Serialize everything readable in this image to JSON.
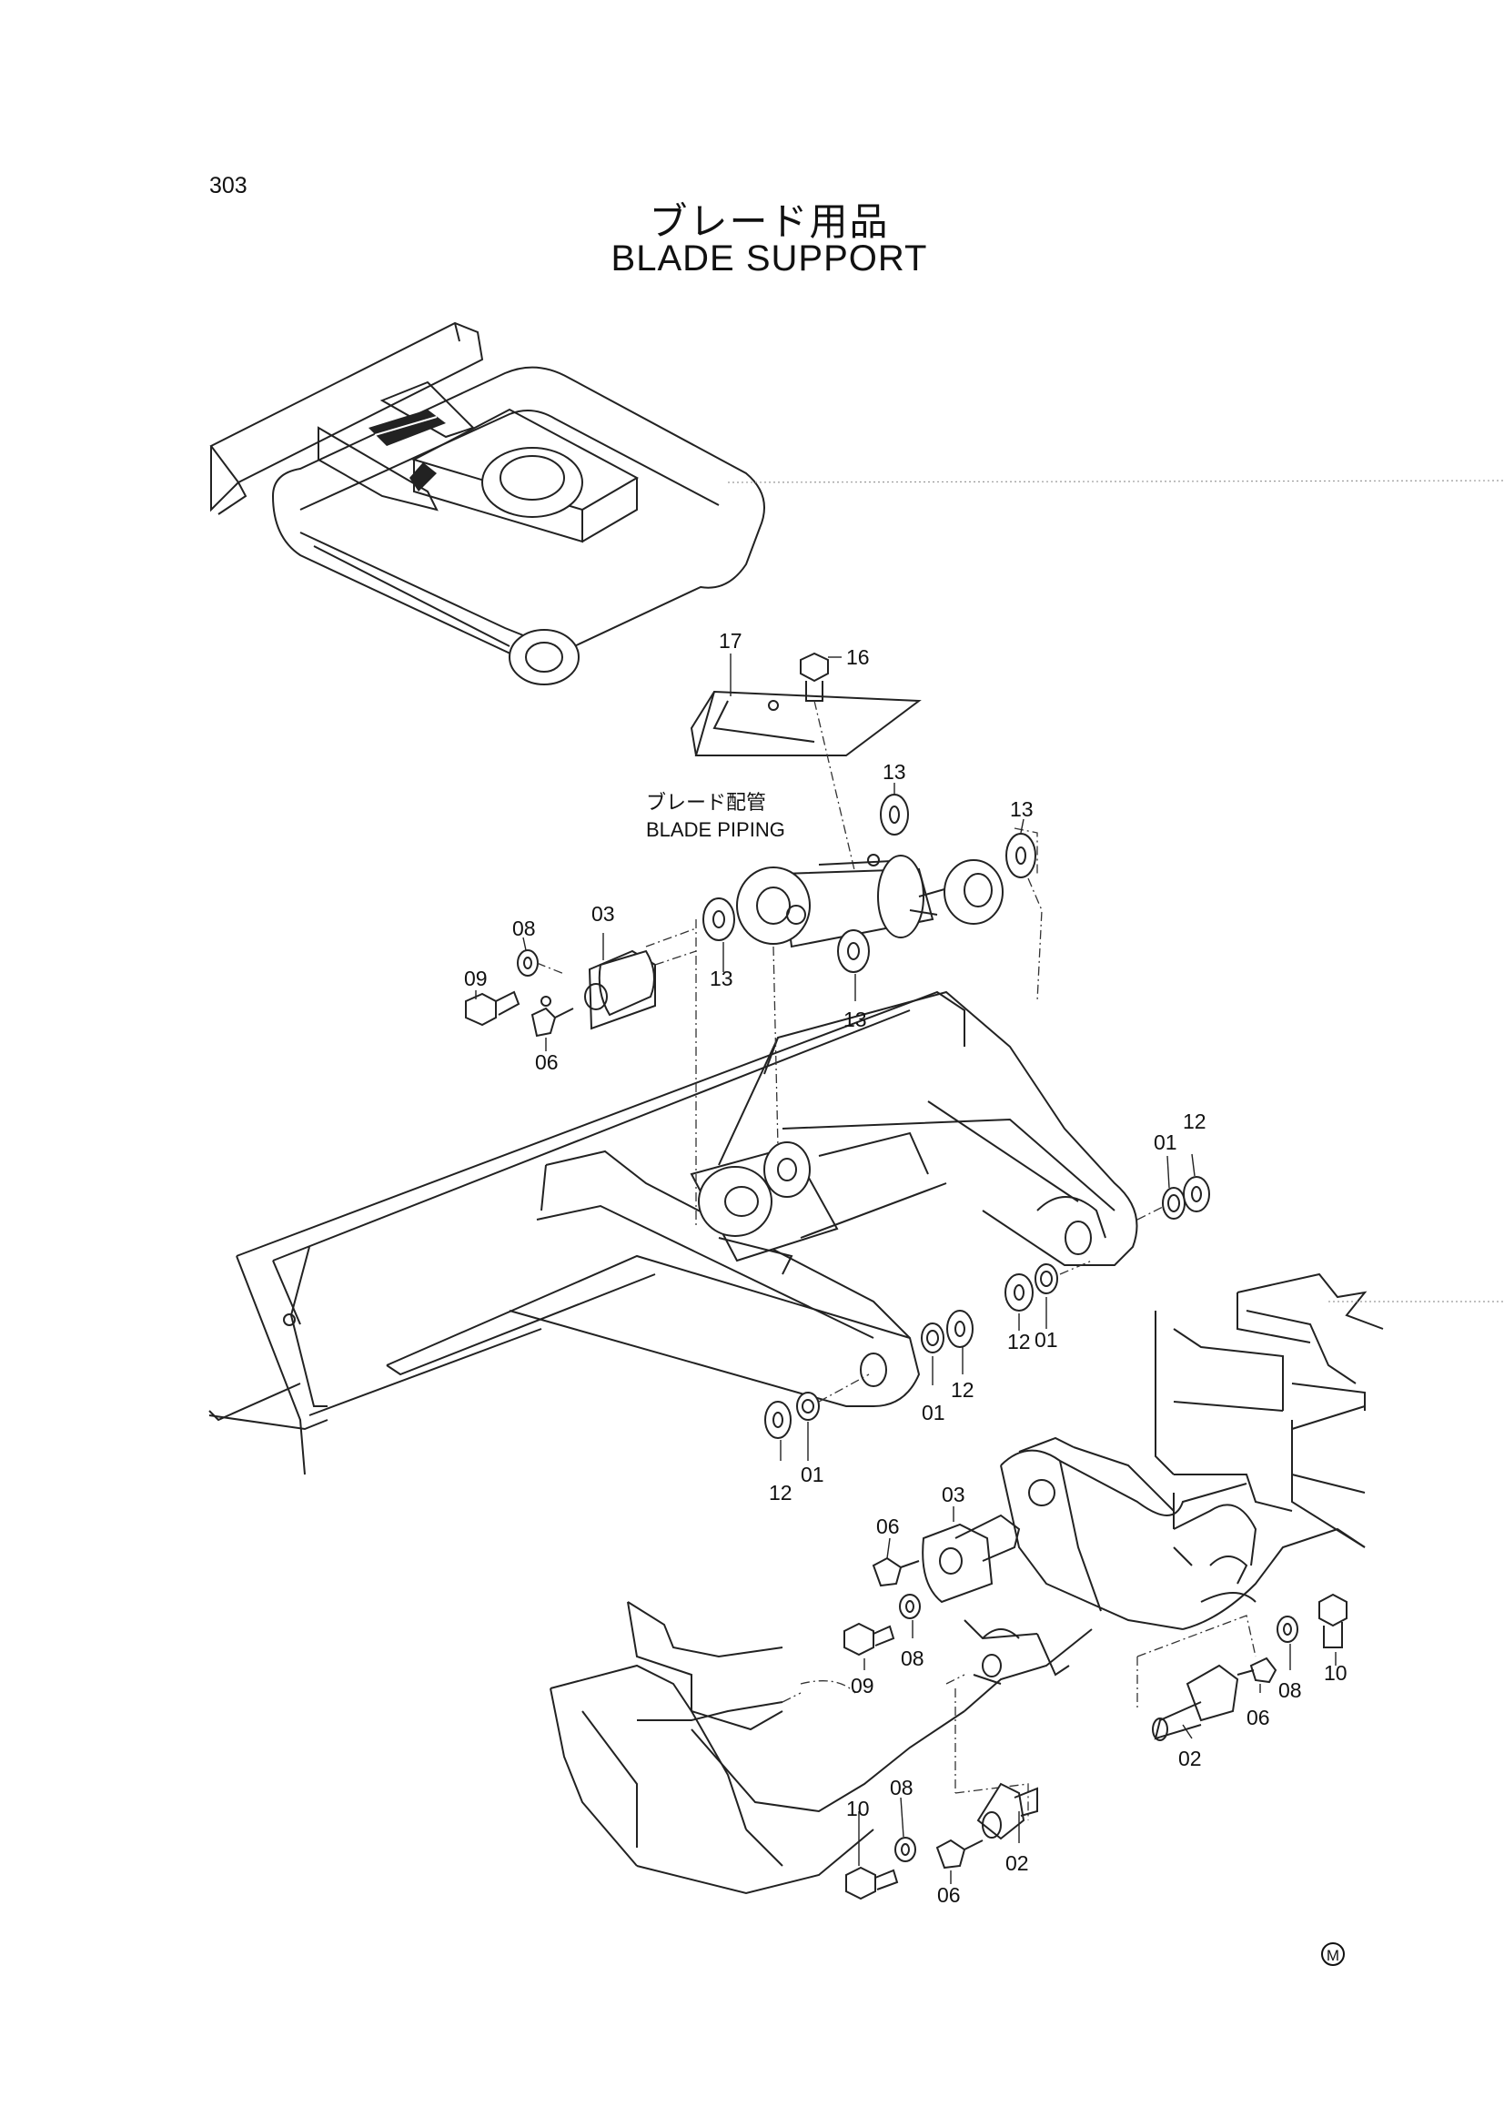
{
  "page_number": "303",
  "title": {
    "jp": "ブレード用品",
    "en": "BLADE SUPPORT"
  },
  "sub_label": {
    "jp": "ブレード配管",
    "en": "BLADE PIPING"
  },
  "callouts": {
    "c17": "17",
    "c16": "16",
    "c13a": "13",
    "c13b": "13",
    "c13c": "13",
    "c13d": "13",
    "c09a": "09",
    "c08a": "08",
    "c03a": "03",
    "c06a": "06",
    "c01a": "01",
    "c12a": "12",
    "c12b": "12",
    "c01b": "01",
    "c01c": "01",
    "c12c": "12",
    "c12d": "12",
    "c01d": "01",
    "c03b": "03",
    "c06b": "06",
    "c08b": "08",
    "c09b": "09",
    "c10a": "10",
    "c08c": "08",
    "c06c": "06",
    "c02a": "02",
    "c10b": "10",
    "c08d": "08",
    "c06d": "06",
    "c02b": "02"
  },
  "mark": "M"
}
